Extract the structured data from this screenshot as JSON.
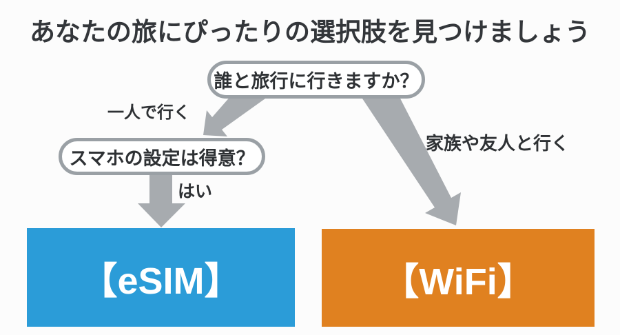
{
  "title": "あなたの旅にぴったりの選択肢を見つけましょう",
  "flow": {
    "root_question": {
      "label": "誰と旅行に行きますか？"
    },
    "branch_alone": {
      "label": "一人で行く"
    },
    "branch_family": {
      "label": "家族や友人と行く"
    },
    "second_question": {
      "label": "スマホの設定は得意？"
    },
    "branch_yes": {
      "label": "はい"
    },
    "results": {
      "esim": {
        "label": "【eSIM】",
        "color": "#2B9CD8"
      },
      "wifi": {
        "label": "【WiFi】",
        "color": "#E08120"
      }
    }
  },
  "colors": {
    "background": "#FCFCFC",
    "title_text": "#33363A",
    "bubble_border": "#9AA0A5",
    "arrow_gray": "#A7ABAF",
    "esim_blue": "#2B9CD8",
    "wifi_orange": "#E08120"
  }
}
